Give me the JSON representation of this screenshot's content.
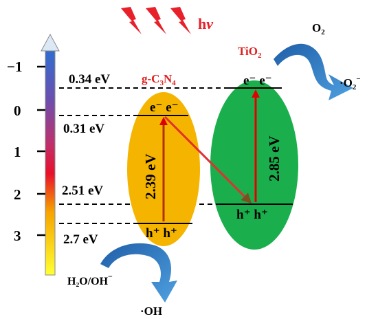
{
  "scale": {
    "ticks": [
      "−1",
      "0",
      "1",
      "2",
      "3"
    ],
    "gradient_colors": [
      "#2F6FD0",
      "#6A4FB0",
      "#C0306A",
      "#E8102A",
      "#F6A400",
      "#FFFF33"
    ]
  },
  "light": {
    "symbol": "hv",
    "h": "h",
    "nu": "v",
    "color": "#E8202A"
  },
  "energy_labels": {
    "cb_tio2": "0.34 eV",
    "cb_gcn": "0.31 eV",
    "vb_tio2": "2.51 eV",
    "vb_gcn": "2.7 eV"
  },
  "gcn": {
    "name_pre": "g-C",
    "sub1": "3",
    "name_mid": "N",
    "sub2": "4",
    "color": "#F5B400",
    "electrons": "e⁻ e⁻",
    "holes": "h⁺ h⁺",
    "bandgap": "2.39 eV"
  },
  "tio2": {
    "name_pre": "TiO",
    "sub": "2",
    "color": "#1AAF4C",
    "electrons": "e⁻ e⁻",
    "holes": "h⁺ h⁺",
    "bandgap": "2.85 eV"
  },
  "reactions": {
    "o2": "O",
    "o2_sub": "2",
    "superoxide_pre": "·O",
    "superoxide_sub": "2",
    "superoxide_sup": "−",
    "h2o_oh": "H₂O/OH",
    "h2o_oh_sup": "−",
    "oh_radical": "·OH"
  },
  "colors": {
    "excitation_arrow": "#E00000",
    "transfer_arrow": "#E03030",
    "curved_arrow": "#2A6DB8",
    "text_red": "#E02020"
  }
}
